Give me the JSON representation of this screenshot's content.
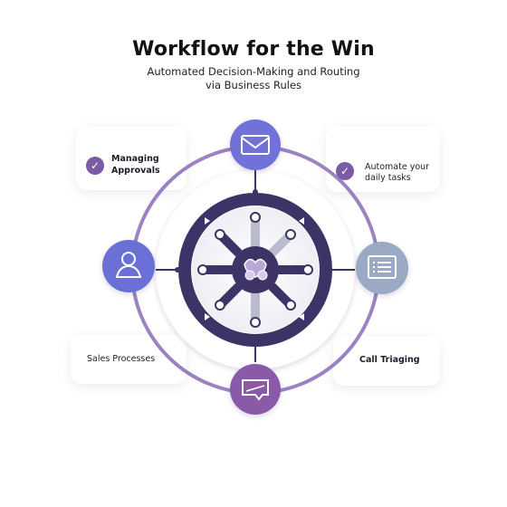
{
  "header": {
    "title": "Workflow for the Win",
    "subtitle_line1": "Automated Decision-Making and Routing",
    "subtitle_line2": "via Business Rules"
  },
  "cards": {
    "approvals": {
      "line1": "Managing",
      "line2": "Approvals"
    },
    "automate": {
      "line1": "Automate your",
      "line2": "daily tasks"
    },
    "sales": {
      "label": "Sales Processes"
    },
    "triaging": {
      "label": "Call Triaging"
    }
  },
  "colors": {
    "ring": "#3d3366",
    "ring_outer": "#8a6cb8",
    "node_email": "#6f72d8",
    "node_user": "#6a6fd6",
    "node_list": "#9aaac4",
    "node_chat": "#8a5aa8",
    "check": "#7b5aa6"
  },
  "icons": {
    "email": "envelope-icon",
    "user": "user-icon",
    "list": "list-icon",
    "chat": "chat-bubble-icon",
    "center": "flowers-icon",
    "check": "checkmark-icon"
  }
}
